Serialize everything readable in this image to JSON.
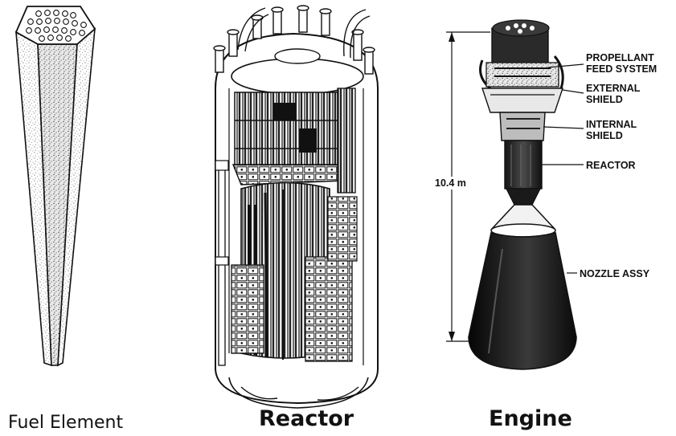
{
  "panels": {
    "fuel_element": {
      "caption": "Fuel Element"
    },
    "reactor": {
      "caption": "Reactor"
    },
    "engine": {
      "caption": "Engine",
      "height_dimension": "10.4 m",
      "callouts": [
        {
          "line1": "PROPELLANT",
          "line2": "FEED SYSTEM"
        },
        {
          "line1": "EXTERNAL",
          "line2": "SHIELD"
        },
        {
          "line1": "INTERNAL",
          "line2": "SHIELD"
        },
        {
          "line1": "REACTOR",
          "line2": ""
        },
        {
          "line1": "NOZZLE ASSY",
          "line2": ""
        }
      ]
    }
  },
  "colors": {
    "ink": "#111111",
    "background": "#ffffff",
    "speckle": "#777777"
  }
}
